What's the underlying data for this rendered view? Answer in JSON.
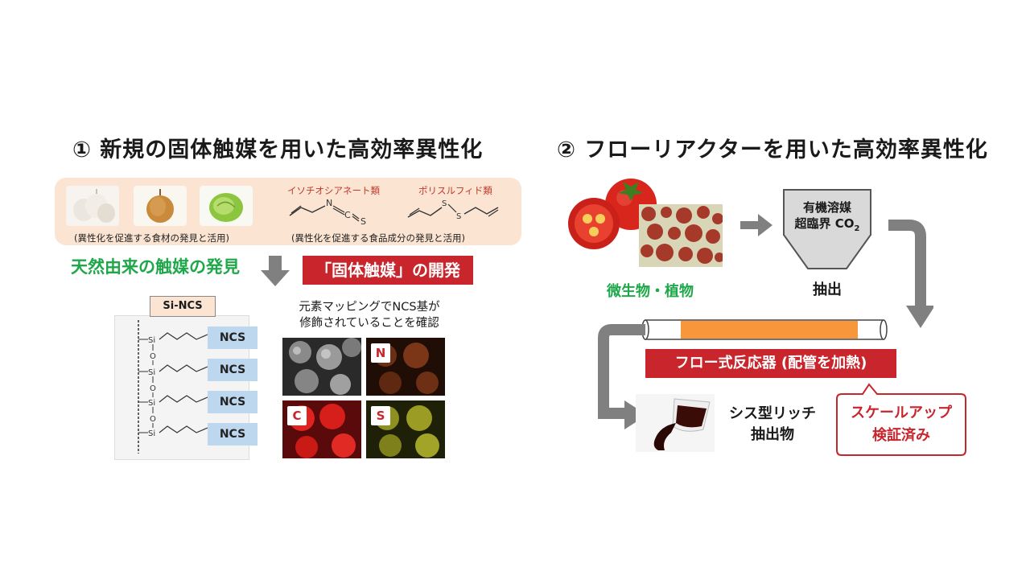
{
  "left": {
    "heading": "① 新規の固体触媒を用いた高効率異性化",
    "food_caption": "(異性化を促進する食材の発見と活用)",
    "molecules": [
      {
        "label": "イソチオシアネート類"
      },
      {
        "label": "ポリスルフィド類"
      }
    ],
    "molecule_caption": "(異性化を促進する食品成分の発見と活用)",
    "natural_catalyst_label": "天然由来の触媒の発見",
    "solid_catalyst_banner": "「固体触媒」の開発",
    "sincs_label": "Si-NCS",
    "ncs_labels": [
      "NCS",
      "NCS",
      "NCS",
      "NCS"
    ],
    "mapping_caption_line1": "元素マッピングでNCS基が",
    "mapping_caption_line2": "修飾されていることを確認",
    "mapping_tags": [
      "N",
      "C",
      "S"
    ]
  },
  "right": {
    "heading": "② フローリアクターを用いた高効率異性化",
    "source_label": "微生物・植物",
    "extractor_line1": "有機溶媒",
    "extractor_line2": "超臨界 CO",
    "extractor_sub": "2",
    "extract_label": "抽出",
    "flow_banner": "フロー式反応器 (配管を加熱)",
    "product_line1": "シス型リッチ",
    "product_line2": "抽出物",
    "callout_line1": "スケールアップ",
    "callout_line2": "検証済み"
  },
  "colors": {
    "accent_red": "#c8252c",
    "accent_green": "#1fa84a",
    "band_peach": "#fbe4d2",
    "ncs_blue": "#bdd7ee",
    "arrow_gray": "#808080",
    "pipe_orange": "#f7963a"
  }
}
